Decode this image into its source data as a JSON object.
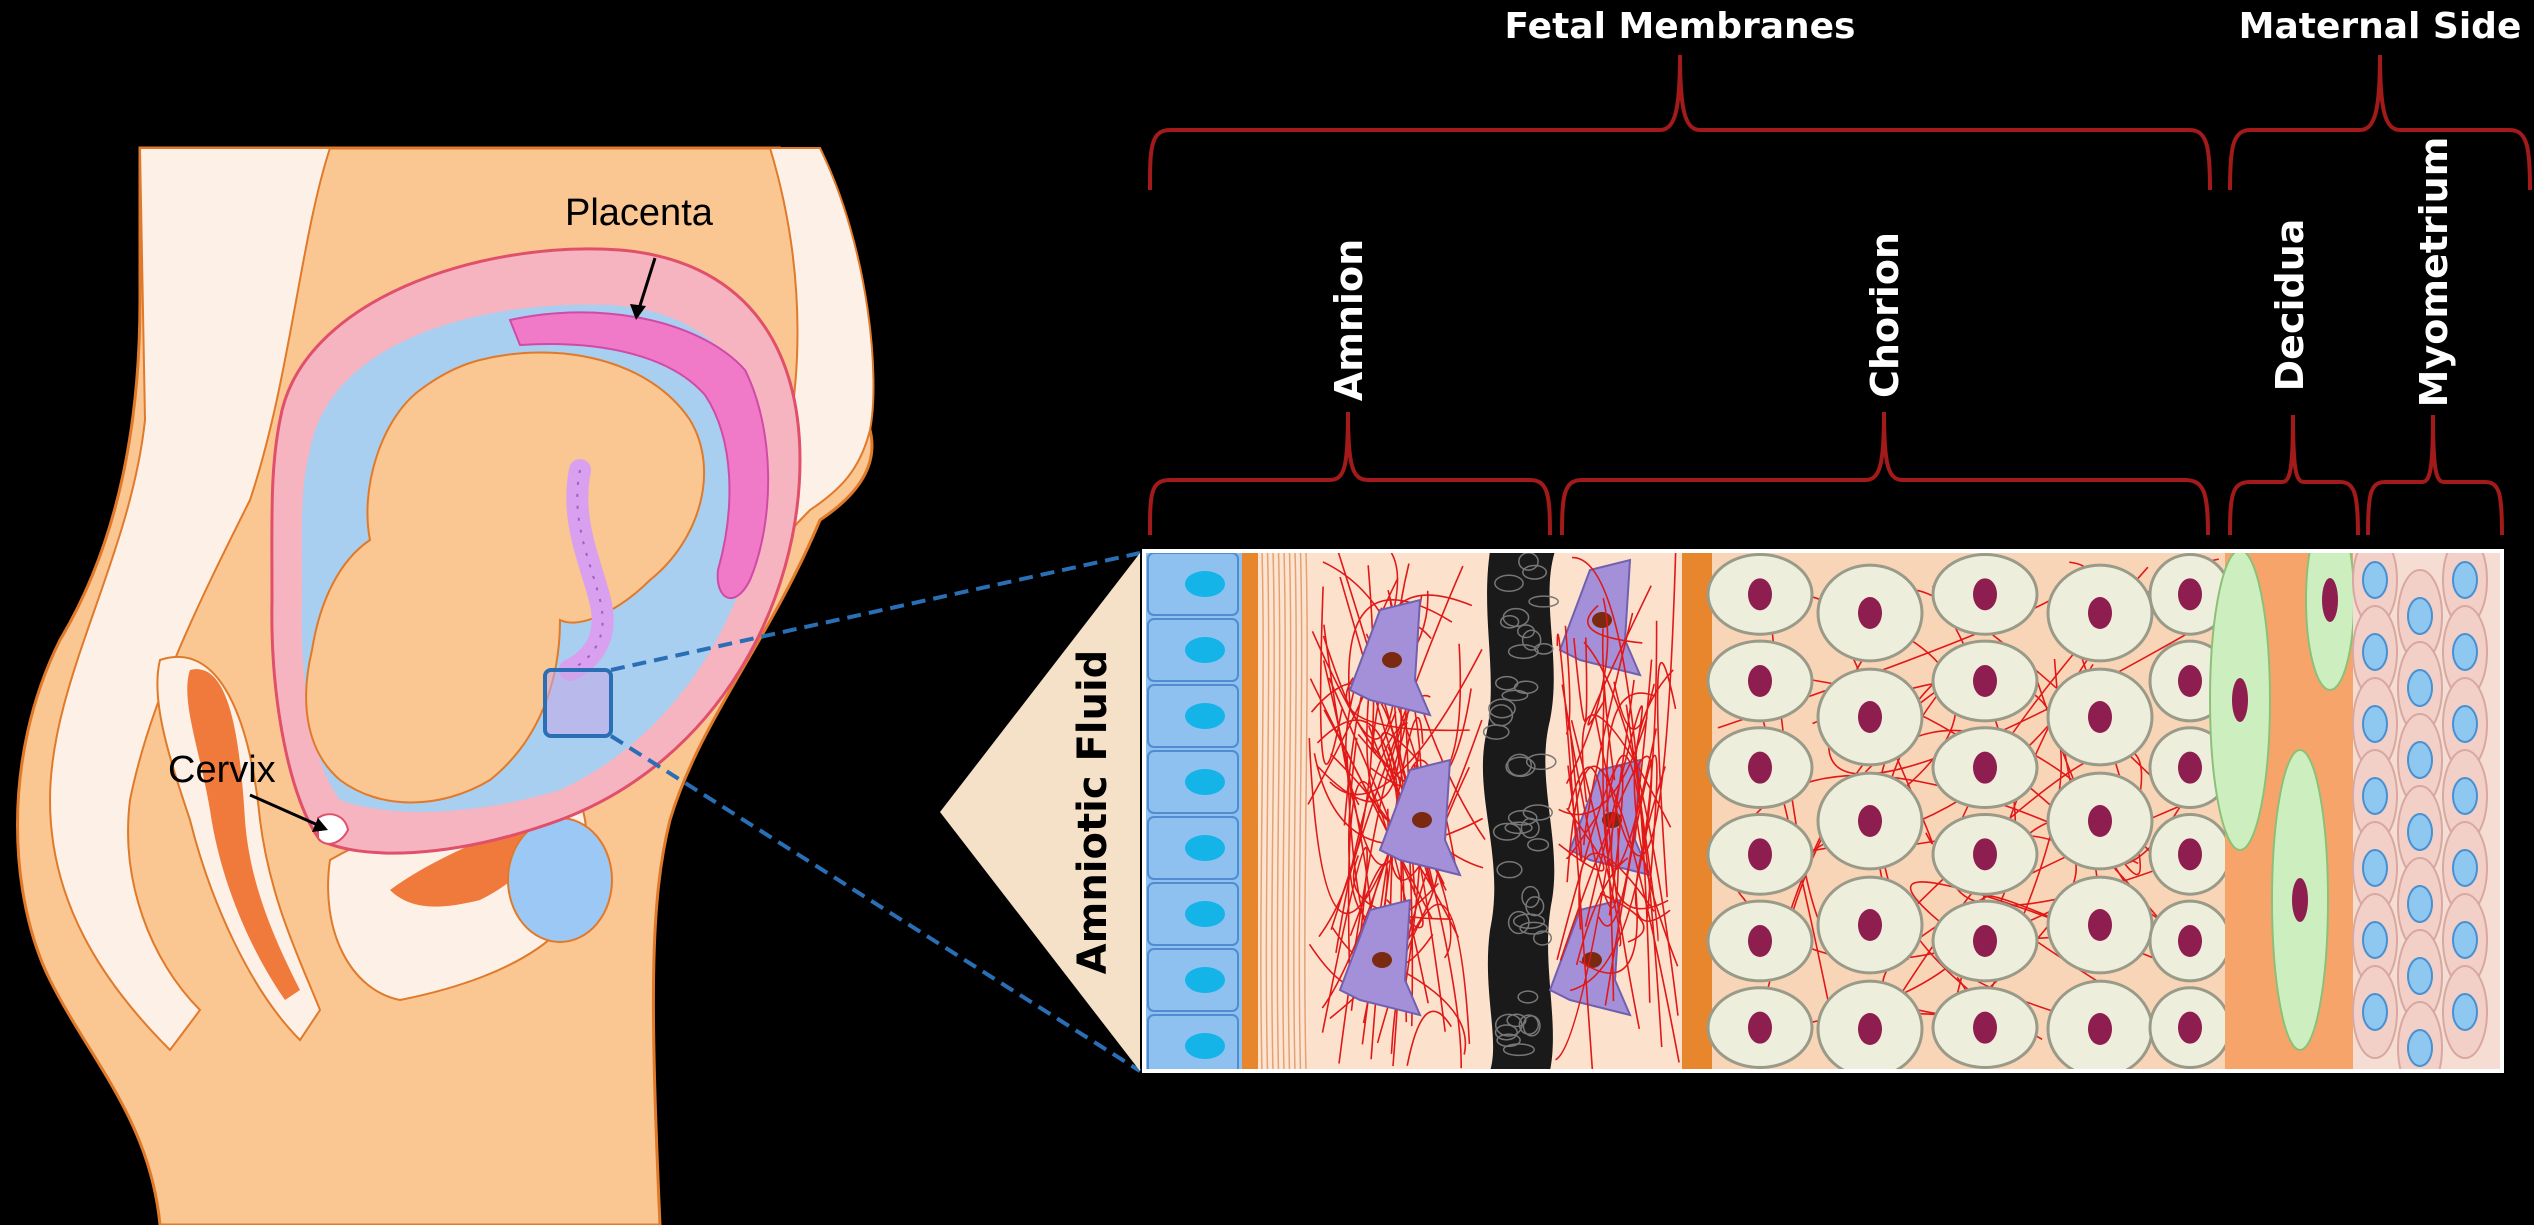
{
  "labels": {
    "fetal_membranes": "Fetal Membranes",
    "maternal_side": "Maternal Side",
    "amnion": "Amnion",
    "chorion": "Chorion",
    "decidua": "Decidua",
    "myometrium": "Myometrium",
    "amniotic_fluid": "Amniotic Fluid",
    "placenta": "Placenta",
    "cervix": "Cervix"
  },
  "colors": {
    "background": "#000000",
    "skin": "#FAC692",
    "skin_outline": "#E07A2A",
    "bracket": "#A31A1A",
    "uterus_wall": "#F6B3C0",
    "placenta": "#F07AC8",
    "amniotic_fluid": "#A9CFF0",
    "zoom_box": "#2A6FB5",
    "amnion_epithelium": "#8EC0F0",
    "epithelium_nucleus": "#14B4E8",
    "fibroblast": "#A490D8",
    "chorion_cell": "#EEEEDD",
    "cell_nucleus": "#8E1E50",
    "decidua_cell": "#CDEFC0",
    "myometrium_cell": "#F2D0C8",
    "myometrium_nucleus": "#8EC8F0",
    "fluid_wedge": "#F5E0C8"
  }
}
